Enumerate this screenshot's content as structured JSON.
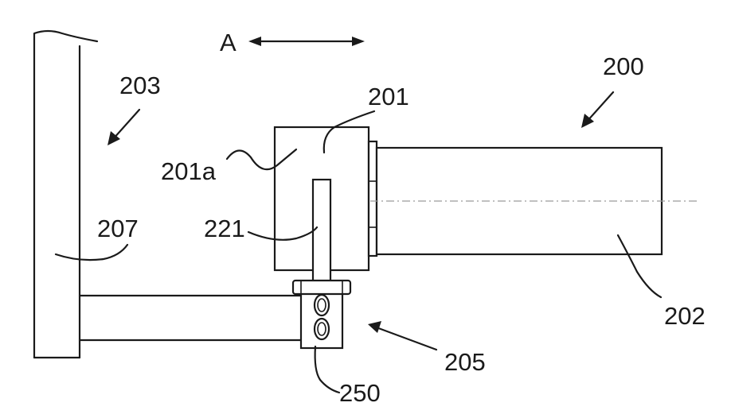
{
  "labels": {
    "direction_a": "A",
    "assembly_200": "200",
    "part_201": "201",
    "part_201a": "201a",
    "part_202": "202",
    "part_203": "203",
    "part_205": "205",
    "part_207": "207",
    "part_221": "221",
    "part_250": "250"
  }
}
